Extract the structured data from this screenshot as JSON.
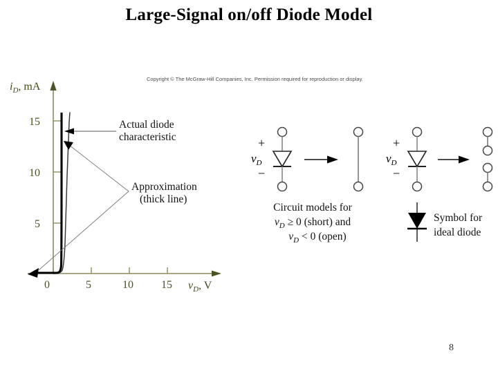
{
  "slide": {
    "title": "Large-Signal on/off Diode Model",
    "page_number": "8",
    "copyright": "Copyright © The McGraw-Hill Companies, Inc. Permission required for reproduction or display."
  },
  "chart_data": {
    "type": "line",
    "title": "",
    "xlabel": "vD, V",
    "ylabel": "iD, mA",
    "xlabel_parts": {
      "symbol": "v",
      "sub": "D",
      "unit": ", V"
    },
    "ylabel_parts": {
      "symbol": "i",
      "sub": "D",
      "unit": ", mA"
    },
    "xticks": [
      "0",
      "5",
      "10",
      "15"
    ],
    "xtick_values": [
      0,
      5,
      10,
      15
    ],
    "yticks": [
      "5",
      "10",
      "15"
    ],
    "ytick_values": [
      5,
      10,
      15
    ],
    "xlim": [
      0,
      18
    ],
    "ylim": [
      0,
      16.5
    ],
    "grid": false,
    "legend": "none",
    "axis_color": "#8a8c5a",
    "tick_label_color": "#4b5320",
    "series": [
      {
        "name": "Actual diode characteristic",
        "style": "thin-line",
        "color": "#333333",
        "x": [
          0.0,
          0.3,
          0.55,
          0.7,
          0.8,
          0.88,
          0.94,
          1.0,
          1.05,
          1.1,
          1.16,
          1.24,
          1.34,
          1.46
        ],
        "y": [
          0.0,
          0.02,
          0.08,
          0.2,
          0.45,
          0.9,
          1.8,
          3.2,
          5.0,
          7.2,
          9.5,
          11.8,
          13.8,
          15.5
        ]
      },
      {
        "name": "Approximation (thick line)",
        "style": "thick-line",
        "color": "#000000",
        "x": [
          0.0,
          0.62,
          0.72,
          0.8,
          0.82,
          0.82
        ],
        "y": [
          0.0,
          0.0,
          0.05,
          0.6,
          3.0,
          16.5
        ]
      }
    ],
    "annotations": [
      {
        "id": "actual-diode-characteristic",
        "lines": [
          "Actual diode",
          "characteristic"
        ],
        "text": "Actual diode characteristic",
        "target_x": 1.3,
        "target_y": 14.4
      },
      {
        "id": "approximation",
        "lines": [
          "Approximation",
          "(thick line)"
        ],
        "text": "Approximation (thick line)",
        "target_x": 0.95,
        "target_y": 12.4,
        "target2_x": 0.25,
        "target2_y": 0.35
      }
    ]
  },
  "circuits": {
    "model_short": {
      "id": "diode-forward-short",
      "plus_label": "+",
      "minus_label": "−",
      "voltage_label": {
        "symbol": "v",
        "sub": "D"
      },
      "result": "short"
    },
    "model_open": {
      "id": "diode-reverse-open",
      "plus_label": "+",
      "minus_label": "−",
      "voltage_label": {
        "symbol": "v",
        "sub": "D"
      },
      "result": "open"
    },
    "caption_models": {
      "line1": "Circuit models for",
      "line2_parts": {
        "symbol": "v",
        "sub": "D",
        "rest": " ≥ 0 (short) and"
      },
      "line2": "vD ≥ 0 (short) and",
      "line3_parts": {
        "symbol": "v",
        "sub": "D",
        "rest": " < 0 (open)"
      },
      "line3": "vD < 0 (open)"
    },
    "ideal_symbol": {
      "id": "ideal-diode-symbol",
      "caption_line1": "Symbol for",
      "caption_line2": "ideal diode"
    }
  }
}
